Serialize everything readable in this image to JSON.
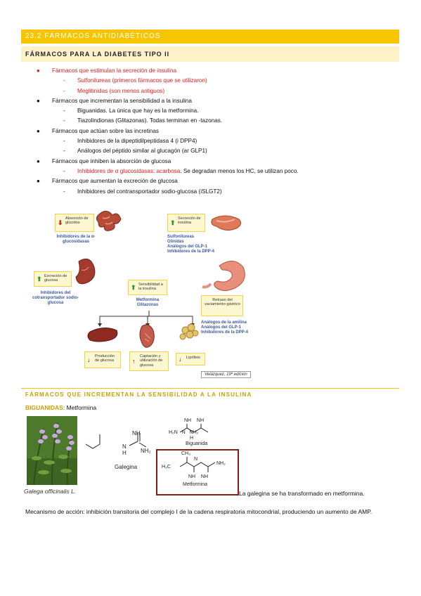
{
  "section_title": "23.2 FÁRMACOS ANTIDIABÉTICOS",
  "subsection_title": "FÁRMACOS PARA LA DIABETES TIPO II",
  "bullets": [
    {
      "level": 1,
      "text": "Fármacos que estimulan la secreción de insulina",
      "color": "#e0201b"
    },
    {
      "level": 2,
      "text": "Sulfonilureas (primeros fármacos que se utilizaron)",
      "color": "#e0201b"
    },
    {
      "level": 2,
      "text": "Meglitinidas (son menos antiguos)",
      "color": "#e0201b"
    },
    {
      "level": 1,
      "text": "Fármacos que incrementan la sensibilidad a la insulina"
    },
    {
      "level": 2,
      "text": "Biguanidas. La única que hay es la metformina."
    },
    {
      "level": 2,
      "text": "Tiazolindionas (Glitazonas). Todas terminan en -tazonas."
    },
    {
      "level": 1,
      "text": "Fármacos que actúan sobre las incretinas"
    },
    {
      "level": 2,
      "text": "Inhibidores de la dipeptidilpeptidasa 4 (i DPP4)"
    },
    {
      "level": 2,
      "text": "Análogos del péptido similar al glucagón (ar GLP1)"
    },
    {
      "level": 1,
      "text": "Fármacos que inhiben la absorción de glucosa"
    },
    {
      "level": 2,
      "text_red": "Inhibidores de α glucosidasas: acarbosa",
      "text": ". Se degradan menos los HC, se utilizan poco."
    },
    {
      "level": 1,
      "text": "Fármacos que aumentan la excreción de glucosa"
    },
    {
      "level": 2,
      "text": "Inhibidores del contransportador sodio-glucosa (iSLGT2)"
    }
  ],
  "figure": {
    "absorcion": "Absorción de glúcidos",
    "absorcion_drugs": "Inhibidores de la α-glucosidasas",
    "secrecion": "Secreción de insulina",
    "secrecion_drugs": "Sulfonilureas\nGlinidas\nAnálogos del GLP-1\nInhibidores de la DPP-4",
    "excrecion": "Excreción de glucosa",
    "excrecion_drugs": "Inhibidores del cotransportador sodio-glucosa",
    "sensibilidad": "Sensibilidad a la insulina",
    "sensibilidad_drugs": "Metformina\nGlitazonas",
    "retraso": "Retraso del vaciamiento gástrico",
    "retraso_drugs": "Análogos de la amilina\nAnálogos del GLP-1\nInhibidores de la DPP-4",
    "produccion": "Producción de glucosa",
    "captacion": "Captación y utilización de glucosa",
    "lipolisis": "Lipólisis",
    "caption": "Velázquez, 19ª edición"
  },
  "section2_title": "FÁRMACOS QUE INCREMENTAN LA SENSIBILIDAD A LA INSULINA",
  "biguanidas_label": "BIGUANIDAS",
  "biguanidas_rest": ": Metformina",
  "plant_caption": "Galega officinalis L.",
  "chem": {
    "galegina": "Galegina",
    "biguanida": "Biguanida",
    "metformina": "Metformina"
  },
  "note": "La galegina se ha transformado en metformina.",
  "mechanism": "Mecanismo de acción: inhibición transitoria del complejo I de la cadena respiratoria mitocondrial, produciendo un aumento de AMP."
}
